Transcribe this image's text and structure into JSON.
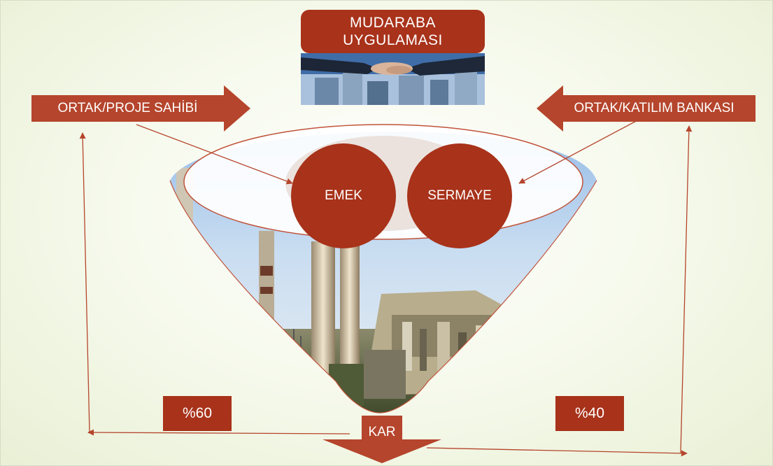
{
  "title": {
    "line1": "MUDARABA",
    "line2": "UYGULAMASI"
  },
  "left_party": "ORTAK/PROJE SAHİBİ",
  "right_party": "ORTAK/KATILIM BANKASI",
  "circles": {
    "left": "EMEK",
    "right": "SERMAYE"
  },
  "shares": {
    "left": "%60",
    "right": "%40"
  },
  "result": "KAR",
  "colors": {
    "accent": "#a8321a",
    "line": "#b5452c",
    "background": "#f4f8e8"
  },
  "icons": {
    "title_photo": "handshake-skyline-image",
    "funnel_photo": "power-plant-image"
  }
}
